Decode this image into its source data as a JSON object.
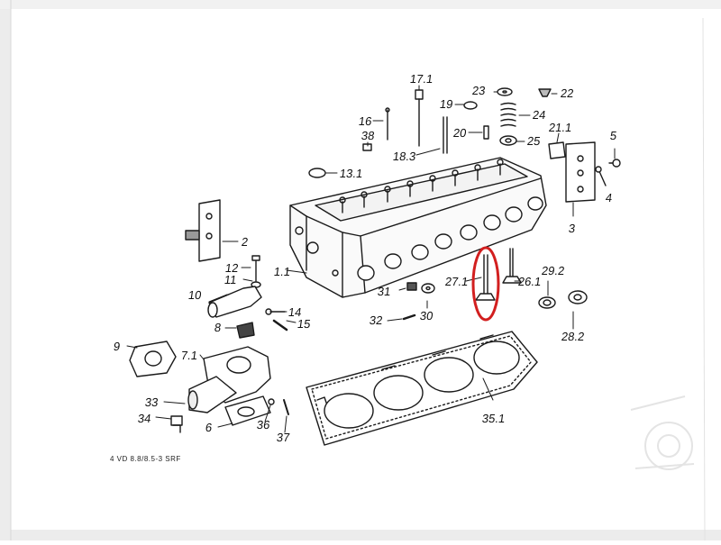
{
  "diagram": {
    "reference_code": "4 VD 8.8/8.5-3 SRF",
    "highlight_color": "#d21f1f",
    "parts": {
      "p17_1": "17.1",
      "p19": "19",
      "p23": "23",
      "p22": "22",
      "p16": "16",
      "p24": "24",
      "p38": "38",
      "p18_3": "18.3",
      "p20": "20",
      "p25": "25",
      "p21_1": "21.1",
      "p5": "5",
      "p13_1": "13.1",
      "p4": "4",
      "p3": "3",
      "p2": "2",
      "p12": "12",
      "p11": "11",
      "p1_1": "1.1",
      "p27_1": "27.1",
      "p26_1": "26.1",
      "p29_2": "29.2",
      "p31": "31",
      "p10": "10",
      "p14": "14",
      "p15": "15",
      "p8": "8",
      "p30": "30",
      "p32": "32",
      "p28_2": "28.2",
      "p9": "9",
      "p7_1": "7.1",
      "p35_1": "35.1",
      "p33": "33",
      "p34": "34",
      "p6": "6",
      "p36": "36",
      "p37": "37"
    }
  }
}
